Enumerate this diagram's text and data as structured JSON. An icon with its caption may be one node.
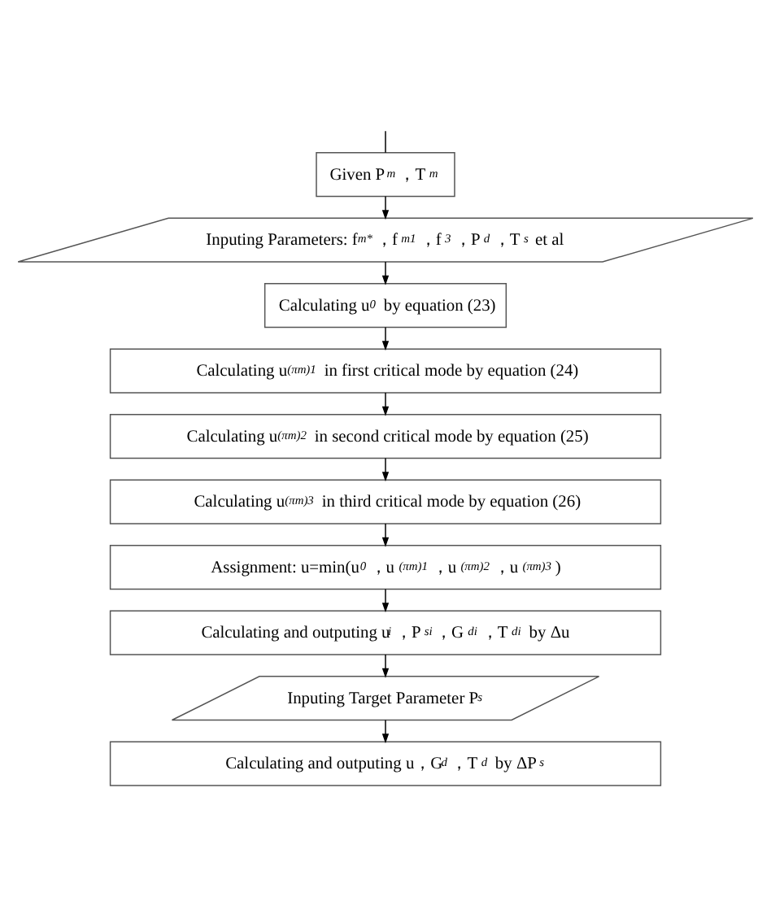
{
  "diagram": {
    "nodes": [
      {
        "text": [
          "Given P$_{m}$，T$_{m}$"
        ]
      },
      {
        "text": [
          "Inputing Parameters: f$_{m*}$，f$_{m1}$，f$_{3}$，P$_{d}$，T$_{s}$ et al"
        ]
      },
      {
        "text": [
          "Calculating u$_{0}$ by equation (23)"
        ]
      },
      {
        "text": [
          "Calculating u$_{(πm)1}$ in first critical mode by equation (24)"
        ]
      },
      {
        "text": [
          "Calculating u$_{(πm)2}$ in second critical mode by equation (25)"
        ]
      },
      {
        "text": [
          "Calculating u$_{(πm)3}$ in third critical mode by equation (26)"
        ]
      },
      {
        "text": [
          "Assignment: u=min(u$_{0}$，u$_{(πm)1}$，u$_{(πm)2}$，u$_{(πm)3}$)"
        ]
      },
      {
        "text": [
          "Calculating and outputing u$_{i}$，P$_{si}$，G$_{di}$，T$_{di}$ by Δu"
        ]
      },
      {
        "text": [
          "Inputing Target Parameter P$_{s}$"
        ]
      },
      {
        "text": [
          "Calculating and outputing u，G$_{d}$，T$_{d}$ by ΔP$_{s}$"
        ]
      }
    ],
    "edges": [
      {
        "from": null,
        "to": 0,
        "arrow": "none"
      },
      {
        "from": 0,
        "to": 1,
        "arrow": "to"
      },
      {
        "from": 1,
        "to": 2,
        "arrow": "to"
      },
      {
        "from": 2,
        "to": 3,
        "arrow": "to"
      },
      {
        "from": 3,
        "to": 4,
        "arrow": "to"
      },
      {
        "from": 4,
        "to": 5,
        "arrow": "to"
      },
      {
        "from": 5,
        "to": 6,
        "arrow": "to"
      },
      {
        "from": 6,
        "to": 7,
        "arrow": "to"
      },
      {
        "from": 7,
        "to": 8,
        "arrow": "to"
      },
      {
        "from": 8,
        "to": 9,
        "arrow": "to"
      }
    ]
  }
}
